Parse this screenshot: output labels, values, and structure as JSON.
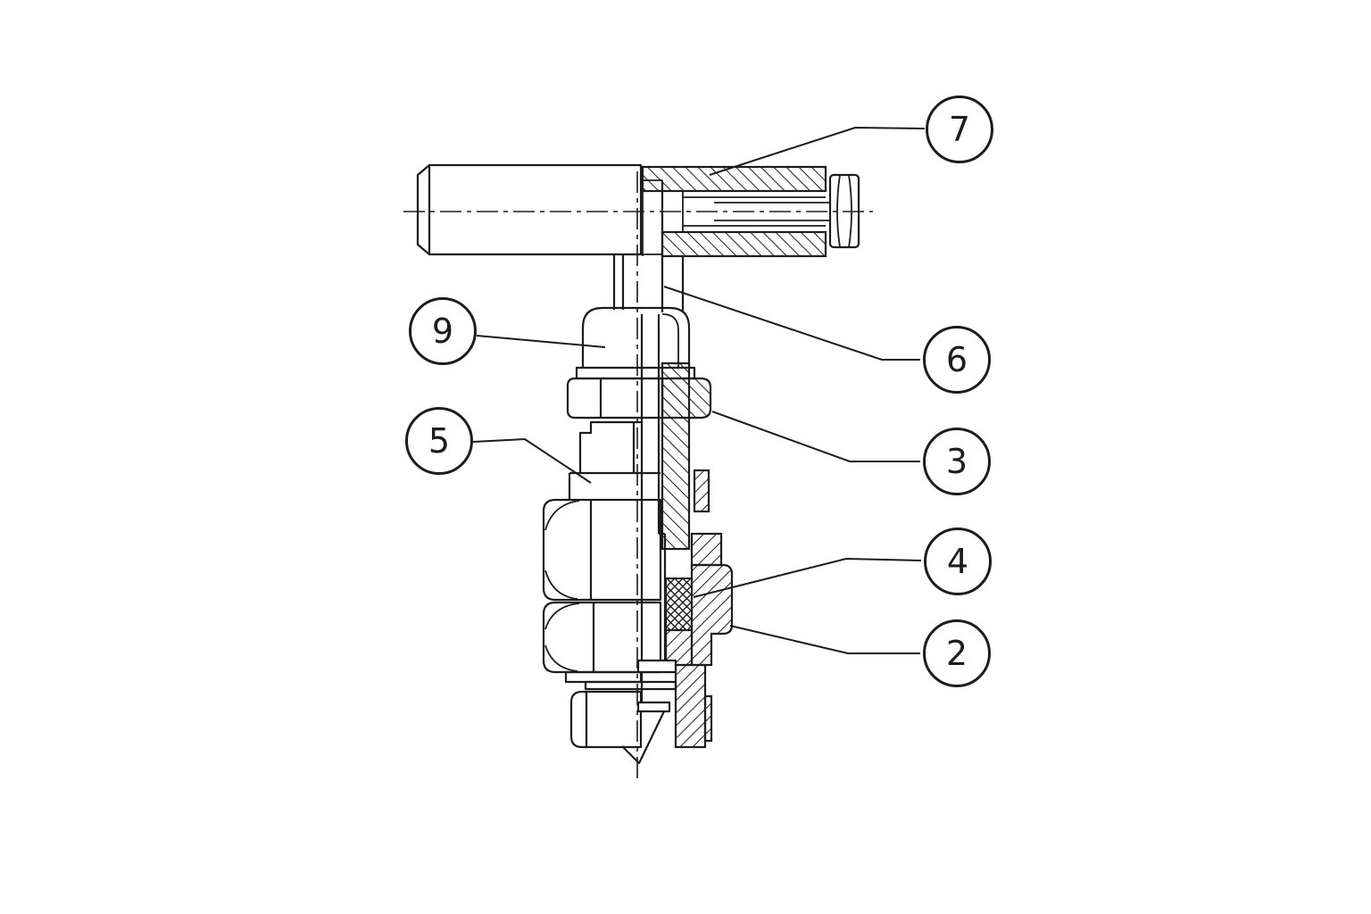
{
  "diagram": {
    "type": "engineering-section-drawing",
    "description": "Half-section view of a needle valve assembly with T-handle, packing gland, bonnet and body, annotated with numbered part callout balloons",
    "background_color": "#ffffff",
    "line_color": "#1c1c1c",
    "callouts": [
      {
        "label": "7"
      },
      {
        "label": "9"
      },
      {
        "label": "6"
      },
      {
        "label": "5"
      },
      {
        "label": "3"
      },
      {
        "label": "4"
      },
      {
        "label": "2"
      }
    ]
  }
}
